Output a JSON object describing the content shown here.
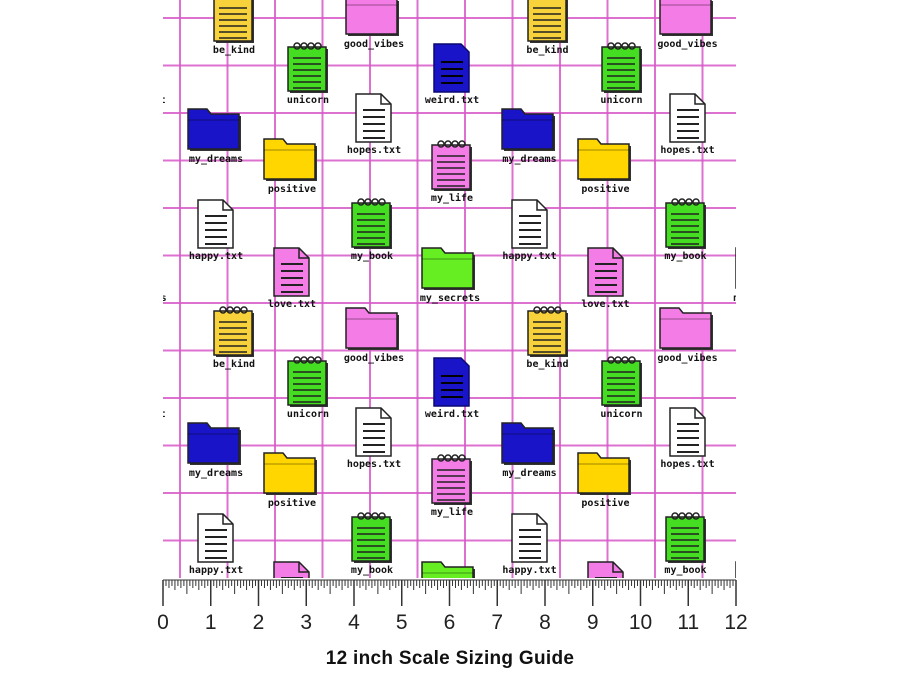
{
  "pattern": {
    "icons": [
      {
        "label": "be_kind",
        "icon": "yellow-notepad-icon",
        "kind": "notepad",
        "color": "#f7d23a"
      },
      {
        "label": "unicorn",
        "icon": "green-notepad-icon",
        "kind": "notepad",
        "color": "#44dd22"
      },
      {
        "label": "good_vibes",
        "icon": "pink-folder-icon",
        "kind": "folder",
        "color": "#f47ce6"
      },
      {
        "label": "weird.txt",
        "icon": "blue-document-icon",
        "kind": "bluedoc",
        "color": "#1a14c8"
      },
      {
        "label": "my_dreams",
        "icon": "blue-folder-icon",
        "kind": "folder",
        "color": "#1a14c8"
      },
      {
        "label": "positive",
        "icon": "yellow-folder-icon",
        "kind": "folder",
        "color": "#ffd600"
      },
      {
        "label": "hopes.txt",
        "icon": "white-document-icon",
        "kind": "doc",
        "color": "#ffffff"
      },
      {
        "label": "my_life",
        "icon": "pink-notepad-icon",
        "kind": "notepad",
        "color": "#f47ce6"
      },
      {
        "label": "happy.txt",
        "icon": "white-document-icon",
        "kind": "doc",
        "color": "#ffffff"
      },
      {
        "label": "my_book",
        "icon": "green-notepad-icon",
        "kind": "notepad",
        "color": "#44dd22"
      },
      {
        "label": "love.txt",
        "icon": "pink-document-icon",
        "kind": "doc",
        "color": "#f47ce6"
      },
      {
        "label": "my_secrets",
        "icon": "green-folder-icon",
        "kind": "folder",
        "color": "#66ee22"
      }
    ],
    "grid_color": "#d658c8"
  },
  "ruler": {
    "ticks": [
      "0",
      "1",
      "2",
      "3",
      "4",
      "5",
      "6",
      "7",
      "8",
      "9",
      "10",
      "11",
      "12"
    ]
  },
  "caption": "12 inch Scale Sizing Guide"
}
